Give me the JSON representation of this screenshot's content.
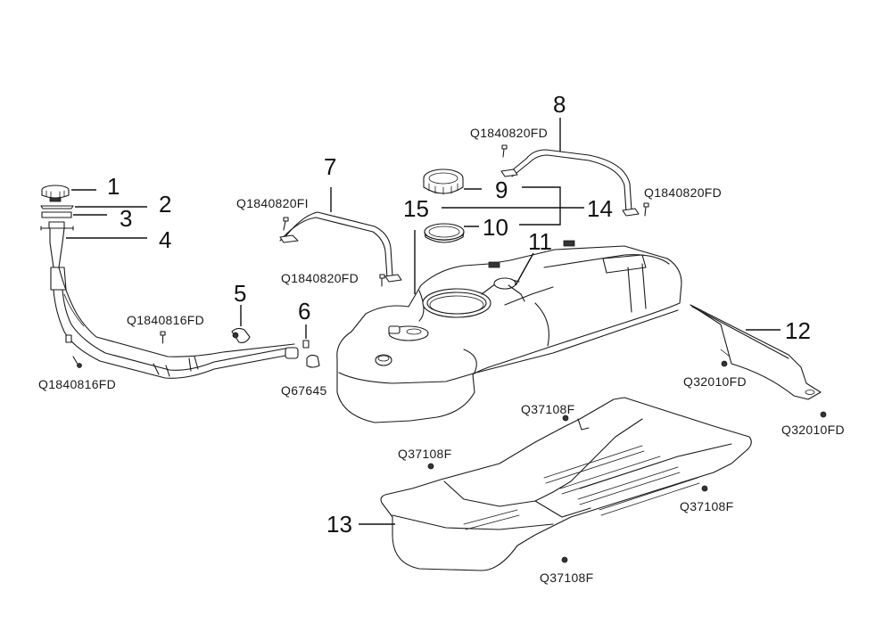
{
  "diagram": {
    "title": "Fuel tank assembly exploded parts diagram",
    "callouts": [
      {
        "id": "1",
        "label": "1",
        "part": "fuel-filler-cap"
      },
      {
        "id": "2",
        "label": "2",
        "part": "gasket-thin"
      },
      {
        "id": "3",
        "label": "3",
        "part": "gasket-ring"
      },
      {
        "id": "4",
        "label": "4",
        "part": "filler-neck-pipe"
      },
      {
        "id": "5",
        "label": "5",
        "part": "hose-clamp"
      },
      {
        "id": "6",
        "label": "6",
        "part": "hose-connector"
      },
      {
        "id": "7",
        "label": "7",
        "part": "tank-strap-front"
      },
      {
        "id": "8",
        "label": "8",
        "part": "tank-strap-rear"
      },
      {
        "id": "9",
        "label": "9",
        "part": "lock-ring"
      },
      {
        "id": "10",
        "label": "10",
        "part": "seal-ring"
      },
      {
        "id": "11",
        "label": "11",
        "part": "vent-valve"
      },
      {
        "id": "12",
        "label": "12",
        "part": "heat-shield-bracket"
      },
      {
        "id": "13",
        "label": "13",
        "part": "tank-skid-plate"
      },
      {
        "id": "14",
        "label": "14",
        "part": "sub-assembly-group"
      },
      {
        "id": "15",
        "label": "15",
        "part": "fuel-tank"
      }
    ],
    "fasteners": {
      "f_q1840820_strap8_top": "Q1840820FD",
      "f_q1840820_strap8_right": "Q1840820FD",
      "f_q1840820_strap7_left": "Q1840820FI",
      "f_q1840820_strap7_bottom": "Q1840820FD",
      "f_q1840816_upper": "Q1840816FD",
      "f_q1840816_lower": "Q1840816FD",
      "f_q67645": "Q67645",
      "f_q32010_upper": "Q32010FD",
      "f_q32010_lower": "Q32010FD",
      "f_q37108_top": "Q37108F",
      "f_q37108_left": "Q37108F",
      "f_q37108_right": "Q37108F",
      "f_q37108_bottom": "Q37108F"
    }
  }
}
